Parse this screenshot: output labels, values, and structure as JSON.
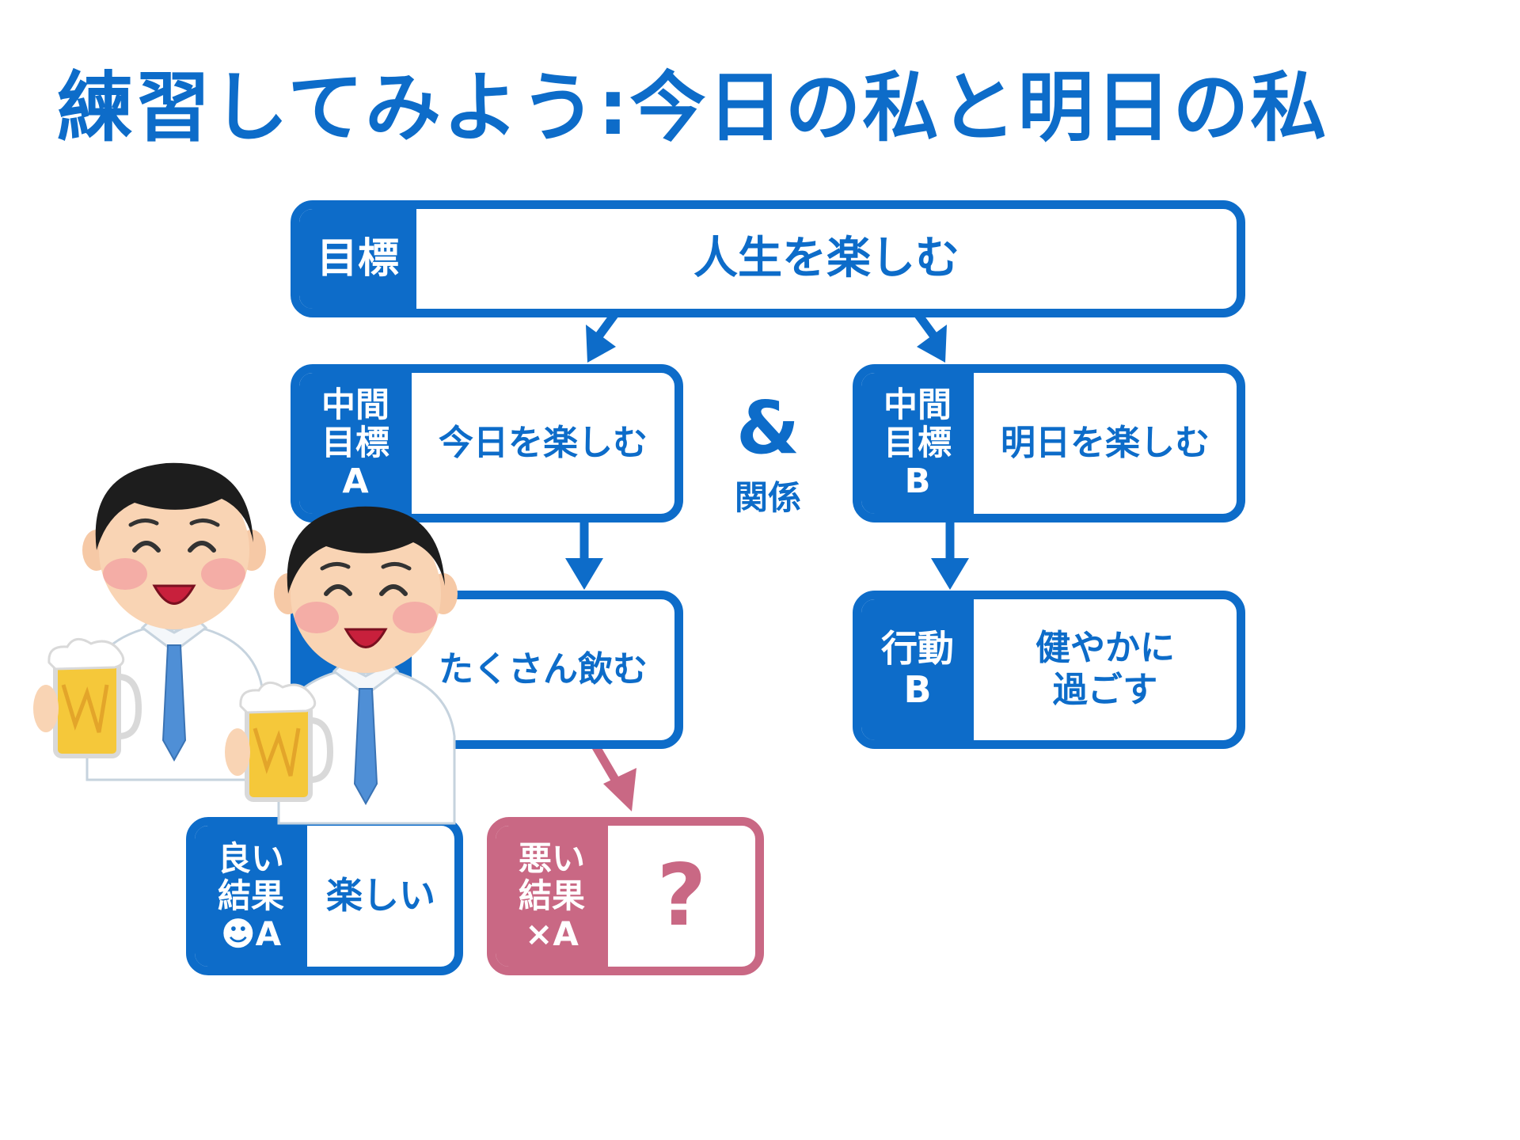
{
  "title": "練習してみよう:今日の私と明日の私",
  "colors": {
    "blue": "#0d6cc9",
    "pink": "#c96884",
    "background": "#ffffff"
  },
  "goal": {
    "label": "目標",
    "text": "人生を楽しむ"
  },
  "sub_goal_a": {
    "label": [
      "中間",
      "目標",
      "A"
    ],
    "text": "今日を楽しむ"
  },
  "sub_goal_b": {
    "label": [
      "中間",
      "目標",
      "B"
    ],
    "text": "明日を楽しむ"
  },
  "relation": {
    "symbol": "&",
    "label": "関係"
  },
  "action_a": {
    "text": "たくさん飲む"
  },
  "action_b": {
    "label": [
      "行動",
      "B"
    ],
    "text": [
      "健やかに",
      "過ごす"
    ]
  },
  "good_result": {
    "label": [
      "良い",
      "結果",
      "☻A"
    ],
    "text": "楽しい"
  },
  "bad_result": {
    "label": [
      "悪い",
      "結果",
      "×A"
    ],
    "text": "?"
  },
  "illustration": {
    "name": "two-men-toasting-beer",
    "icon": "beer-mug-icon"
  }
}
